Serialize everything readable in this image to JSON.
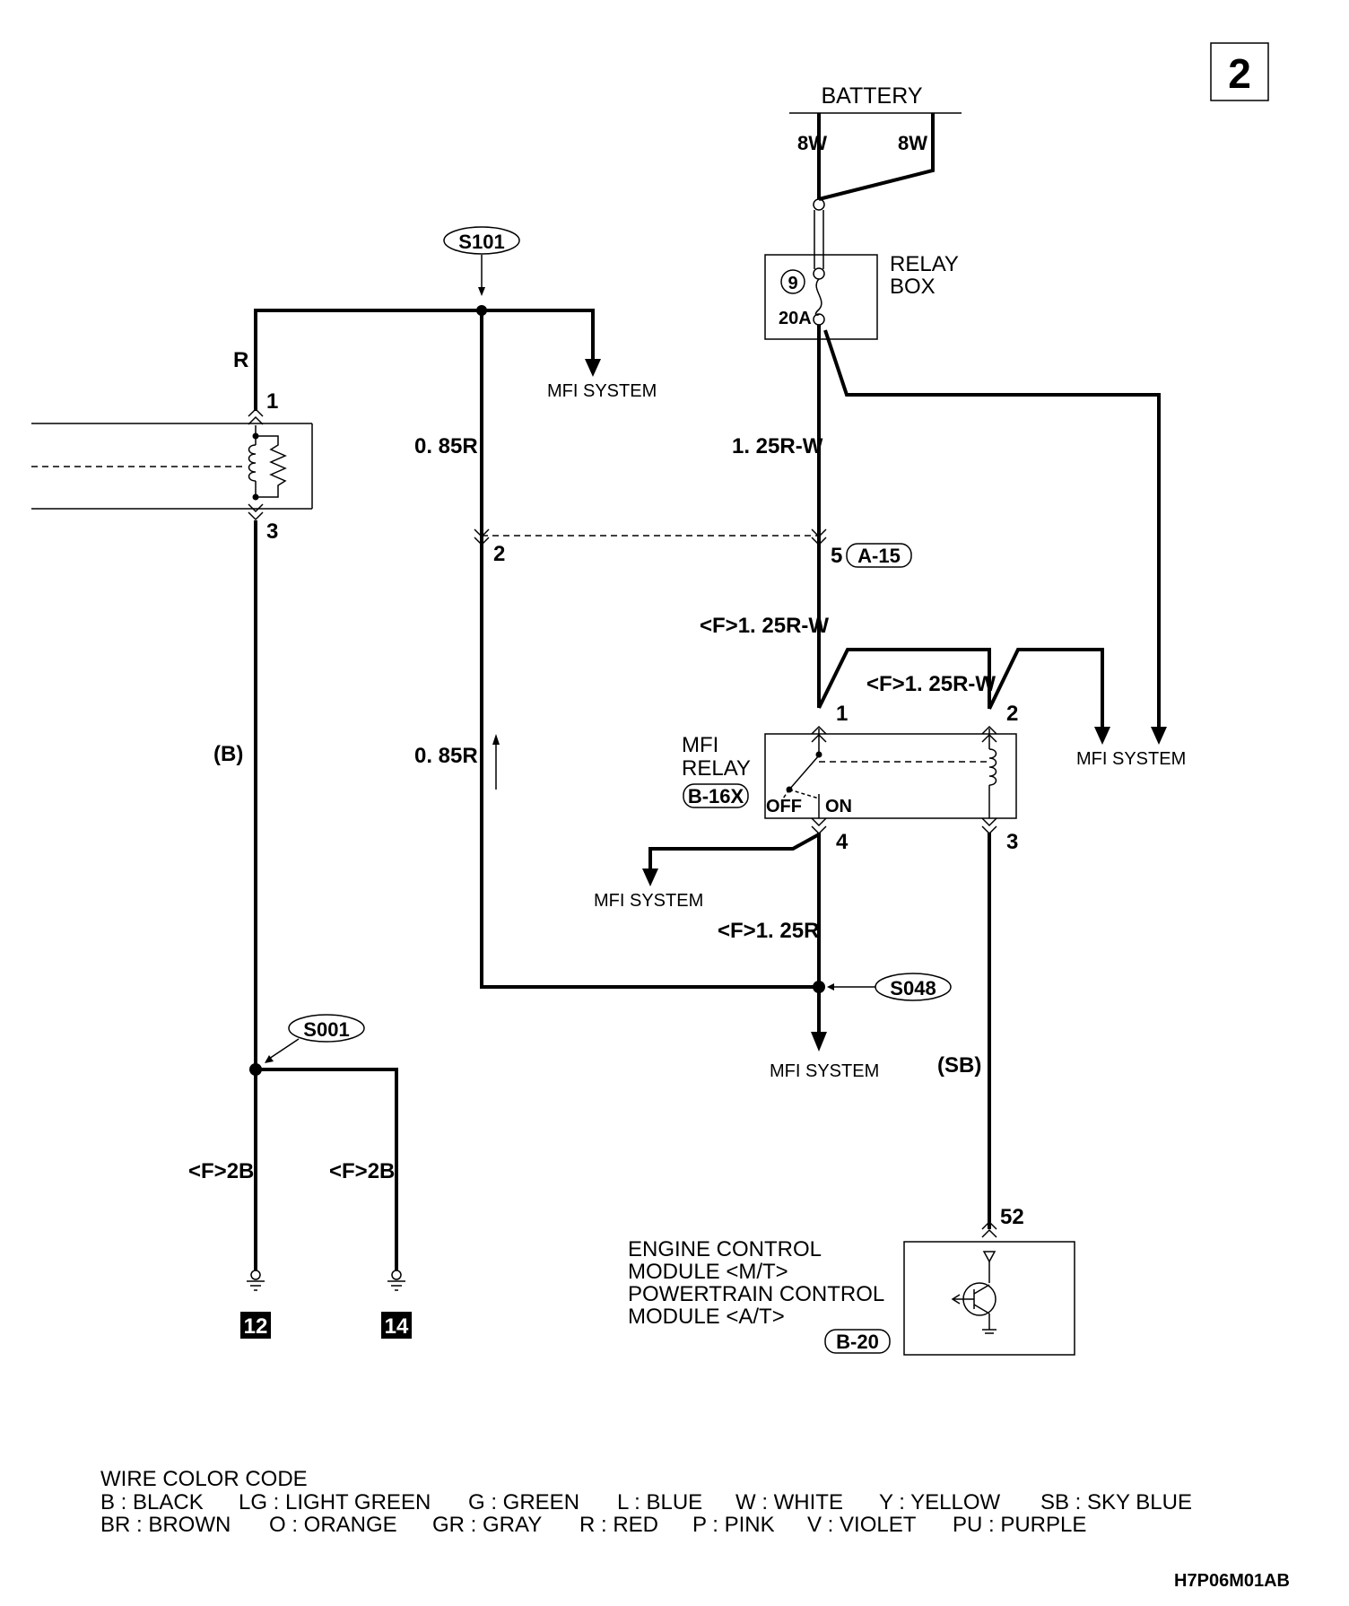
{
  "page_number": "2",
  "battery": {
    "label": "BATTERY",
    "wire_left": "8W",
    "wire_right": "8W"
  },
  "relay_box": {
    "label_line1": "RELAY",
    "label_line2": "BOX",
    "fuse_number": "9",
    "fuse_rating": "20A"
  },
  "splices": {
    "s101": "S101",
    "s048": "S048",
    "s001": "S001"
  },
  "wires": {
    "r": "R",
    "r085_top": "0. 85R",
    "r085_bottom": "0. 85R",
    "rw125": "1. 25R-W",
    "f_rw125_a": "<F>1. 25R-W",
    "f_rw125_b": "<F>1. 25R-W",
    "f_r125": "<F>1. 25R",
    "b": "(B)",
    "sb": "(SB)",
    "f2b_left": "<F>2B",
    "f2b_right": "<F>2B"
  },
  "pins": {
    "left_top": "1",
    "left_bottom": "3",
    "jc_left": "2",
    "jc_right": "5",
    "relay_1": "1",
    "relay_2": "2",
    "relay_3": "3",
    "relay_4": "4",
    "ecm_52": "52"
  },
  "connectors": {
    "a15": "A-15",
    "b16x": "B-16X",
    "b20": "B-20"
  },
  "mfi_relay": {
    "line1": "MFI",
    "line2": "RELAY",
    "off": "OFF",
    "on": "ON"
  },
  "destinations": {
    "mfi_system_1": "MFI SYSTEM",
    "mfi_system_2": "MFI SYSTEM",
    "mfi_system_3": "MFI SYSTEM",
    "mfi_system_4": "MFI SYSTEM"
  },
  "ecm": {
    "line1": "ENGINE CONTROL",
    "line2": "MODULE <M/T>",
    "line3": "POWERTRAIN CONTROL",
    "line4": "MODULE <A/T>"
  },
  "grounds": {
    "g12": "12",
    "g14": "14"
  },
  "color_code": {
    "title": "WIRE COLOR CODE",
    "row1": [
      "B : BLACK",
      "LG : LIGHT GREEN",
      "G : GREEN",
      "L : BLUE",
      "W : WHITE",
      "Y : YELLOW",
      "SB : SKY BLUE"
    ],
    "row2": [
      "BR : BROWN",
      "O : ORANGE",
      "GR : GRAY",
      "R : RED",
      "P : PINK",
      "V : VIOLET",
      "PU : PURPLE"
    ]
  },
  "figure_code": "H7P06M01AB"
}
